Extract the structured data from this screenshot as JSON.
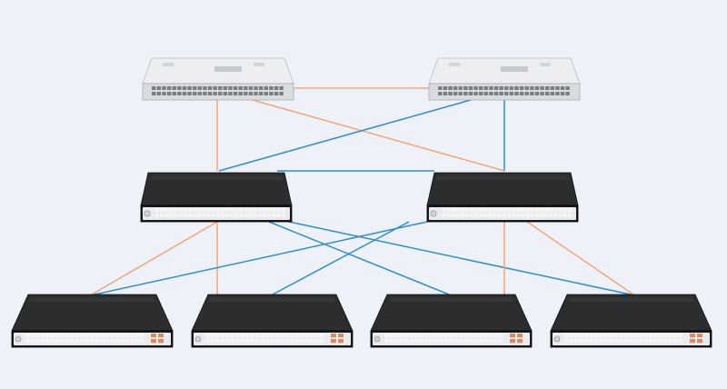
{
  "colors": {
    "background": "#eef2f8",
    "link_orange": "#f2a47a",
    "link_blue": "#2e8ed0",
    "core_body": "#d9dcdf",
    "core_top": "#eceef0",
    "dark_body": "#1b1b1c",
    "dark_top": "#2c2d2f",
    "port_light": "#f4f5f6",
    "port_dark": "#7a7e83",
    "sfp_orange": "#d98a5f"
  },
  "devices": {
    "core": [
      {
        "name": "core-switch-left",
        "style": "silver"
      },
      {
        "name": "core-switch-right",
        "style": "silver"
      }
    ],
    "aggregation": [
      {
        "name": "aggregation-switch-left",
        "style": "black-sfp"
      },
      {
        "name": "aggregation-switch-right",
        "style": "black-sfp"
      }
    ],
    "access": [
      {
        "name": "access-switch-1",
        "style": "black-rj45"
      },
      {
        "name": "access-switch-2",
        "style": "black-rj45"
      },
      {
        "name": "access-switch-3",
        "style": "black-rj45"
      },
      {
        "name": "access-switch-4",
        "style": "black-rj45"
      }
    ]
  },
  "links": [
    {
      "from": "core-switch-left",
      "to": "core-switch-right",
      "color": "orange"
    },
    {
      "from": "core-switch-left",
      "to": "aggregation-switch-left",
      "color": "orange"
    },
    {
      "from": "core-switch-left",
      "to": "aggregation-switch-right",
      "color": "orange"
    },
    {
      "from": "core-switch-right",
      "to": "aggregation-switch-left",
      "color": "blue"
    },
    {
      "from": "core-switch-right",
      "to": "aggregation-switch-right",
      "color": "blue"
    },
    {
      "from": "aggregation-switch-left",
      "to": "aggregation-switch-right",
      "color": "blue"
    },
    {
      "from": "aggregation-switch-left",
      "to": "access-switch-1",
      "color": "orange"
    },
    {
      "from": "aggregation-switch-left",
      "to": "access-switch-2",
      "color": "orange"
    },
    {
      "from": "aggregation-switch-left",
      "to": "access-switch-3",
      "color": "blue"
    },
    {
      "from": "aggregation-switch-left",
      "to": "access-switch-4",
      "color": "blue"
    },
    {
      "from": "aggregation-switch-right",
      "to": "access-switch-1",
      "color": "blue"
    },
    {
      "from": "aggregation-switch-right",
      "to": "access-switch-2",
      "color": "blue"
    },
    {
      "from": "aggregation-switch-right",
      "to": "access-switch-3",
      "color": "orange"
    },
    {
      "from": "aggregation-switch-right",
      "to": "access-switch-4",
      "color": "orange"
    }
  ]
}
